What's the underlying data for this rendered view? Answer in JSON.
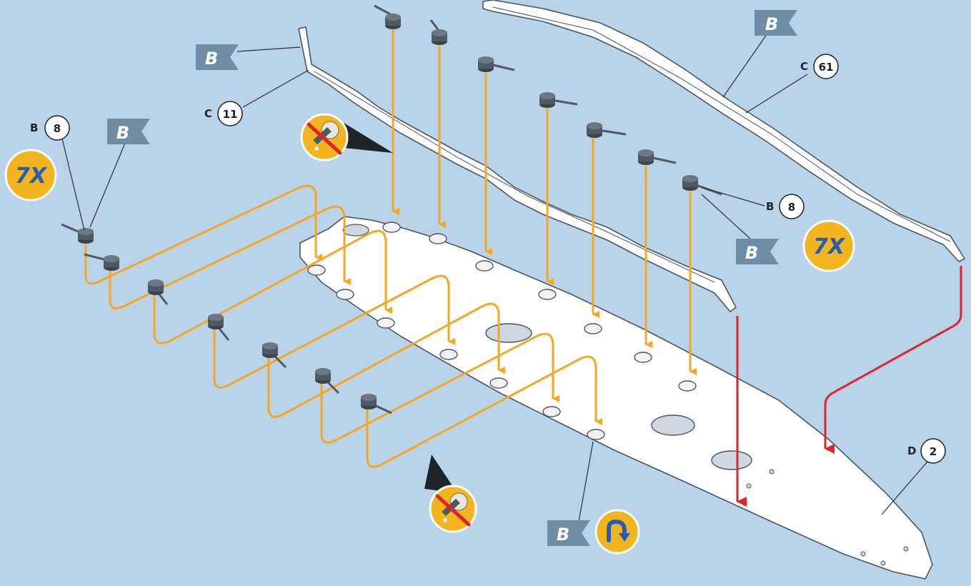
{
  "colors": {
    "background": "#b9d3e8",
    "deck": "#ffffff",
    "deck_outline": "#4a5560",
    "guide_arrow": "#f5a623",
    "red_arrow": "#e0242a",
    "flag": "#6f8ea6",
    "badge": "#f2b51f",
    "badge_text": "#2a5db0",
    "turret": "#4e5963"
  },
  "parts": {
    "p1": {
      "letter": "C",
      "number": "11"
    },
    "p2": {
      "letter": "C",
      "number": "61"
    },
    "p3": {
      "letter": "B",
      "number": "8"
    },
    "p4": {
      "letter": "B",
      "number": "8"
    },
    "p5": {
      "letter": "D",
      "number": "2"
    }
  },
  "flags": {
    "f1": "B",
    "f2": "B",
    "f3": "B",
    "f4": "B",
    "f5": "B"
  },
  "badges": {
    "left": "7X",
    "right": "7X"
  },
  "icons": {
    "no_glue": "no-glue-icon",
    "flip": "flip-icon",
    "turret": "turret-part-icon",
    "flag": "flag-label-icon"
  }
}
